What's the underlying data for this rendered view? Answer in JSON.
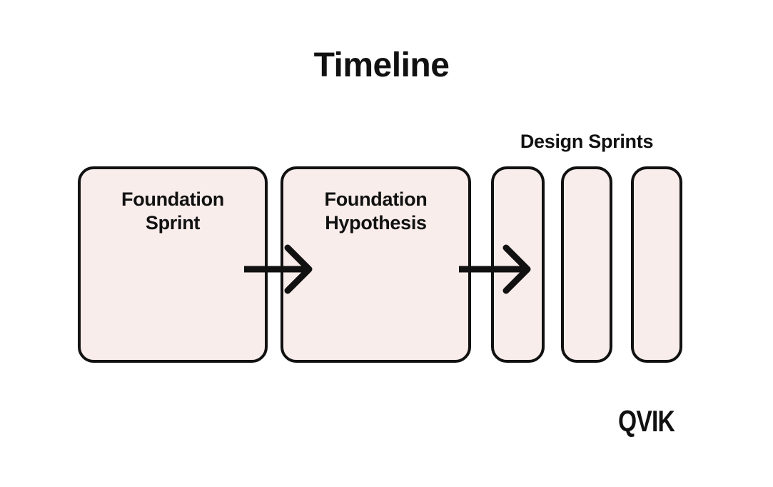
{
  "page": {
    "title": "Timeline",
    "background_color": "#ffffff"
  },
  "diagram": {
    "stages": [
      {
        "label": "Foundation Sprint"
      },
      {
        "label": "Foundation Hypothesis"
      }
    ],
    "design_sprints": {
      "label": "Design Sprints",
      "placeholder_count": 3
    },
    "icons": {
      "arrow_1": "arrow-right-icon",
      "arrow_2": "arrow-right-icon"
    },
    "colors": {
      "box_fill": "#f8edeb",
      "box_border": "#111111",
      "arrow": "#111111",
      "text": "#111111"
    }
  },
  "branding": {
    "logo_text": "QVIK"
  }
}
